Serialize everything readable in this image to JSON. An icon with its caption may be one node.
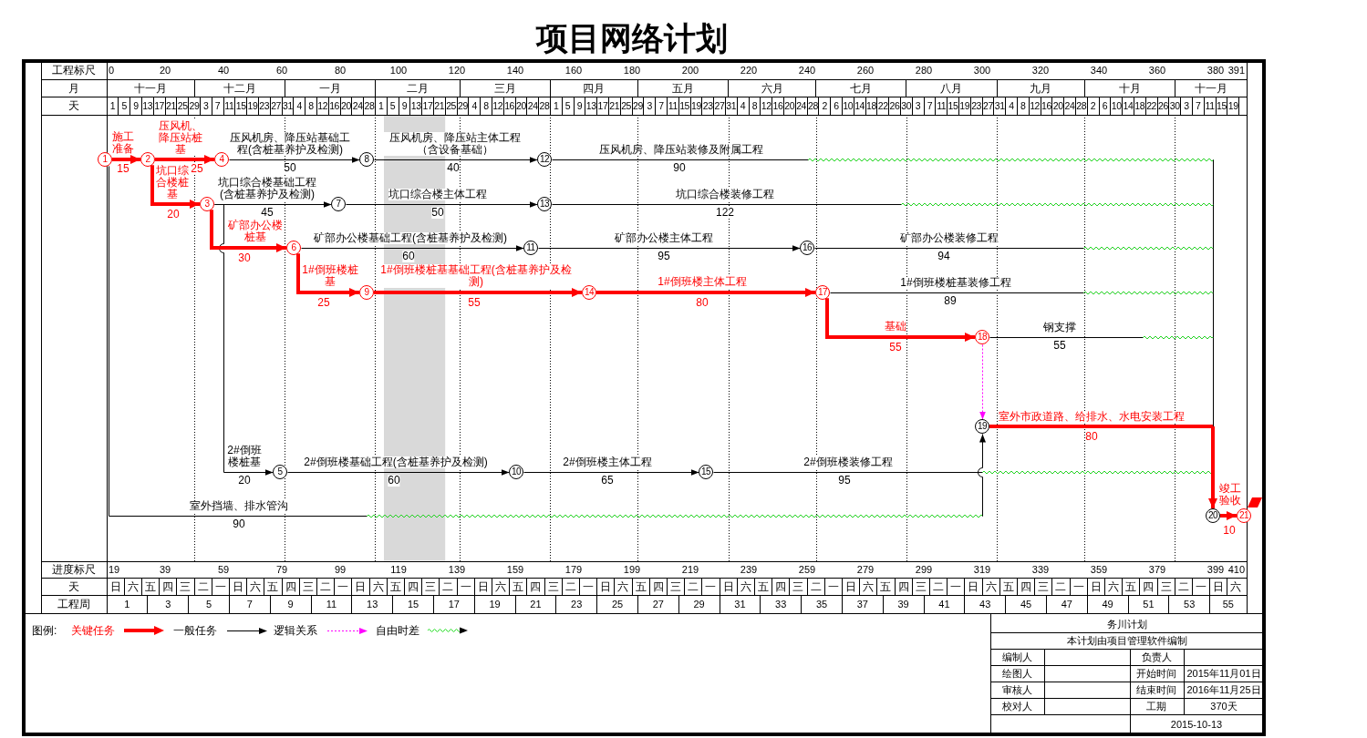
{
  "diagram": {
    "title": "项目网络计划",
    "nodes": [
      {
        "text": [
          "1"
        ]
      },
      {
        "text": [
          "2"
        ]
      },
      {
        "text": [
          "3"
        ]
      },
      {
        "text": [
          "4"
        ]
      },
      {
        "text": [
          "5"
        ]
      },
      {
        "text": [
          "6"
        ]
      },
      {
        "text": [
          "7"
        ]
      },
      {
        "text": [
          "8"
        ]
      },
      {
        "text": [
          "9"
        ]
      },
      {
        "text": [
          "10"
        ]
      },
      {
        "text": [
          "11"
        ]
      },
      {
        "text": [
          "12"
        ]
      },
      {
        "text": [
          "13"
        ]
      },
      {
        "text": [
          "14"
        ]
      },
      {
        "text": [
          "15"
        ]
      },
      {
        "text": [
          "16"
        ]
      },
      {
        "text": [
          "17"
        ]
      },
      {
        "text": [
          "18"
        ]
      },
      {
        "text": [
          "19"
        ]
      },
      {
        "text": [
          "20"
        ]
      },
      {
        "text": [
          "21"
        ]
      }
    ],
    "edges": [
      {
        "from": 0,
        "to": 1,
        "arrow": "to",
        "label": "施工准备",
        "style": "thick",
        "color": "#ff0000"
      },
      {
        "from": 1,
        "to": 3,
        "arrow": "to",
        "label": "压风机、降压站桩基",
        "style": "thick",
        "color": "#ff0000"
      },
      {
        "from": 3,
        "to": 7,
        "arrow": "to",
        "label": "压风机房、降压站基础工程(含桩基养护及检测)"
      },
      {
        "from": 7,
        "to": 11,
        "arrow": "to",
        "label": "压风机房、降压站主体工程（含设备基础）"
      },
      {
        "from": 11,
        "to": 19,
        "arrow": "to",
        "label": "压风机房、降压站装修及附属工程"
      },
      {
        "from": 1,
        "to": 2,
        "arrow": "to",
        "label": "坑口综合楼桩基",
        "style": "thick",
        "color": "#ff0000"
      },
      {
        "from": 2,
        "to": 6,
        "arrow": "to",
        "label": "坑口综合楼基础工程(含桩基养护及检测)"
      },
      {
        "from": 6,
        "to": 12,
        "arrow": "to",
        "label": "坑口综合楼主体工程"
      },
      {
        "from": 12,
        "to": 19,
        "arrow": "to",
        "label": "坑口综合楼装修工程"
      },
      {
        "from": 2,
        "to": 5,
        "arrow": "to",
        "label": "矿部办公楼桩基",
        "style": "thick",
        "color": "#ff0000"
      },
      {
        "from": 5,
        "to": 10,
        "arrow": "to",
        "label": "矿部办公楼基础工程(含桩基养护及检测)"
      },
      {
        "from": 10,
        "to": 15,
        "arrow": "to",
        "label": "矿部办公楼主体工程"
      },
      {
        "from": 15,
        "to": 19,
        "arrow": "to",
        "label": "矿部办公楼装修工程"
      },
      {
        "from": 5,
        "to": 8,
        "arrow": "to",
        "label": "1#倒班楼桩基",
        "style": "thick",
        "color": "#ff0000"
      },
      {
        "from": 8,
        "to": 13,
        "arrow": "to",
        "label": "1#倒班楼桩基基础工程(含桩基养护及检测)",
        "style": "thick",
        "color": "#ff0000"
      },
      {
        "from": 13,
        "to": 16,
        "arrow": "to",
        "label": "1#倒班楼主体工程",
        "style": "thick",
        "color": "#ff0000"
      },
      {
        "from": 16,
        "to": 19,
        "arrow": "to",
        "label": "1#倒班楼桩基装修工程"
      },
      {
        "from": 16,
        "to": 17,
        "arrow": "to",
        "label": "基础",
        "style": "thick",
        "color": "#ff0000"
      },
      {
        "from": 17,
        "to": 19,
        "arrow": "to",
        "label": "钢支撑"
      },
      {
        "from": 17,
        "to": 18,
        "arrow": "to",
        "style": "dashed",
        "color": "#ff00ff"
      },
      {
        "from": 18,
        "to": 19,
        "arrow": "to",
        "label": "室外市政道路、给排水、水电安装工程",
        "style": "thick",
        "color": "#ff0000"
      },
      {
        "from": 2,
        "to": 4,
        "arrow": "to",
        "label": "2#倒班楼桩基"
      },
      {
        "from": 4,
        "to": 9,
        "arrow": "to",
        "label": "2#倒班楼基础工程(含桩基养护及检测)"
      },
      {
        "from": 9,
        "to": 14,
        "arrow": "to",
        "label": "2#倒班楼主体工程"
      },
      {
        "from": 14,
        "to": 19,
        "arrow": "to",
        "label": "2#倒班楼装修工程"
      },
      {
        "from": 0,
        "to": 18,
        "arrow": "to",
        "label": "室外挡墙、排水管沟"
      },
      {
        "from": 19,
        "to": 20,
        "arrow": "to",
        "label": "竣工验收",
        "style": "thick",
        "color": "#ff0000"
      }
    ],
    "labels": [
      "工程标尺",
      "0",
      "20",
      "40",
      "60",
      "80",
      "100",
      "120",
      "140",
      "160",
      "180",
      "200",
      "220",
      "240",
      "260",
      "280",
      "300",
      "320",
      "340",
      "360",
      "380",
      "391",
      "月",
      "十一月",
      "十二月",
      "一月",
      "二月",
      "三月",
      "四月",
      "五月",
      "六月",
      "七月",
      "八月",
      "九月",
      "十月",
      "十一月",
      "天",
      "1",
      "5",
      "9",
      "13",
      "17",
      "21",
      "25",
      "29",
      "3",
      "7",
      "11",
      "15",
      "19",
      "23",
      "27",
      "31",
      "4",
      "8",
      "12",
      "16",
      "20",
      "24",
      "28",
      "1",
      "5",
      "9",
      "13",
      "17",
      "21",
      "25",
      "29",
      "4",
      "8",
      "12",
      "16",
      "20",
      "24",
      "28",
      "1",
      "5",
      "9",
      "13",
      "17",
      "21",
      "25",
      "29",
      "3",
      "7",
      "11",
      "15",
      "19",
      "23",
      "27",
      "31",
      "4",
      "8",
      "12",
      "16",
      "20",
      "24",
      "28",
      "2",
      "6",
      "10",
      "14",
      "18",
      "22",
      "26",
      "30",
      "3",
      "7",
      "11",
      "15",
      "19",
      "23",
      "27",
      "31",
      "4",
      "8",
      "12",
      "16",
      "20",
      "24",
      "28",
      "2",
      "6",
      "10",
      "14",
      "18",
      "22",
      "26",
      "30",
      "3",
      "7",
      "11",
      "15",
      "19",
      "15",
      "25",
      "50",
      "40",
      "90",
      "20",
      "45",
      "50",
      "122",
      "30",
      "60",
      "95",
      "94",
      "25",
      "55",
      "80",
      "89",
      "55",
      "55",
      "80",
      "20",
      "60",
      "65",
      "95",
      "90",
      "10",
      "进度标尺",
      "19",
      "39",
      "59",
      "79",
      "99",
      "119",
      "139",
      "159",
      "179",
      "199",
      "219",
      "239",
      "259",
      "279",
      "299",
      "319",
      "339",
      "359",
      "379",
      "399",
      "410",
      "天",
      "日",
      "六",
      "五",
      "四",
      "三",
      "二",
      "一",
      "日",
      "六",
      "五",
      "四",
      "三",
      "二",
      "一",
      "日",
      "六",
      "五",
      "四",
      "三",
      "二",
      "一",
      "日",
      "六",
      "五",
      "四",
      "三",
      "二",
      "一",
      "日",
      "六",
      "五",
      "四",
      "三",
      "二",
      "一",
      "日",
      "六",
      "五",
      "四",
      "三",
      "二",
      "一",
      "日",
      "六",
      "五",
      "四",
      "三",
      "二",
      "一",
      "日",
      "六",
      "五",
      "四",
      "三",
      "二",
      "一",
      "日",
      "六",
      "五",
      "四",
      "三",
      "二",
      "一",
      "日",
      "六",
      "工程周",
      "1",
      "3",
      "5",
      "7",
      "9",
      "11",
      "13",
      "15",
      "17",
      "19",
      "21",
      "23",
      "25",
      "27",
      "29",
      "31",
      "33",
      "35",
      "37",
      "39",
      "41",
      "43",
      "45",
      "47",
      "49",
      "51",
      "53",
      "55",
      "图例:",
      "务川计划",
      "本计划由项目管理软件编制",
      "编制人",
      "负责人",
      "绘图人",
      "开始时间",
      "2015年11月01日",
      "审核人",
      "结束时间",
      "2016年11月25日",
      "校对人",
      "工期",
      "370天",
      "2015-10-13"
    ],
    "legend": [
      {
        "text": "关键任务"
      },
      {
        "text": "一般任务"
      },
      {
        "text": "逻辑关系"
      },
      {
        "text": "自由时差"
      }
    ]
  }
}
